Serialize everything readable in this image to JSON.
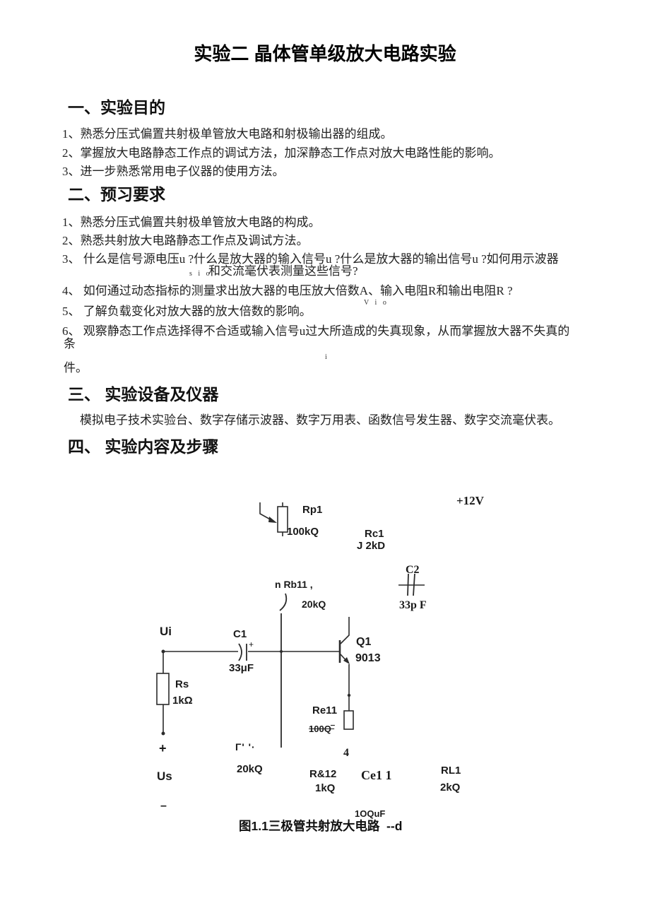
{
  "title": "实验二 晶体管单级放大电路实验",
  "sections": {
    "s1": {
      "heading": "一、实验目的",
      "item1": "1、熟悉分压式偏置共射极单管放大电路和射极输出器的组成。",
      "item2": "2、掌握放大电路静态工作点的调试方法，加深静态工作点对放大电路性能的影响。",
      "item3": "3、进一步熟悉常用电子仪器的使用方法。"
    },
    "s2": {
      "heading": "二、预习要求",
      "item1": "1、熟悉分压式偏置共射极单管放大电路的构成。",
      "item2": "2、熟悉共射放大电路静态工作点及调试方法。",
      "item3_line1": "3、 什么是信号源电压u ?什么是放大器的输入信号u ?什么是放大器的输出信号u ?如何用示波器",
      "item3_sub": "s i o",
      "item3_line2": "和交流毫伏表测量这些信号?",
      "item4": "4、 如何通过动态指标的测量求出放大器的电压放大倍数A、输入电阻R和输出电阻R ?",
      "item4_sub": "V i o",
      "item5": "5、 了解负载变化对放大器的放大倍数的影响。",
      "item6_line1": "6、 观察静态工作点选择得不合适或输入信号u过大所造成的失真现象，从而掌握放大器不失真的",
      "item6_line2": "条",
      "item6_sub": "i",
      "item6_line3": "件。"
    },
    "s3": {
      "heading": "三、 实验设备及仪器",
      "body": "模拟电子技术实验台、数字存储示波器、数字万用表、函数信号发生器、数字交流毫伏表。"
    },
    "s4": {
      "heading": "四、 实验内容及步骤"
    }
  },
  "circuit": {
    "vcc": "+12V",
    "rp1_name": "Rp1",
    "rp1_value": "100kQ",
    "rc1_name": "Rc1",
    "rc1_value": "J 2kD",
    "c2_name": "C2",
    "c2_value": "33p F",
    "rb11_name": "n Rb11 ,",
    "rb11_value": "20kQ",
    "ui": "Ui",
    "c1_name": "C1",
    "c1_plus": "+",
    "c1_value": "33μF",
    "q1_name": "Q1",
    "q1_value": "9013",
    "rs_name": "Rs",
    "rs_value": "1kΩ",
    "re11_name": "Re11",
    "re11_value": "100Q‾",
    "src_plus": "+",
    "us": "Us",
    "src_minus": "–",
    "rb12_garbled": "Γ' '·",
    "rb12_value": "20kQ",
    "node4": "4",
    "rb12b_name": "R&12",
    "rb12b_value": "1kQ",
    "ce1_name": "Ce1 1",
    "ce1_value": "1OQuF",
    "rl1_name": "RL1",
    "rl1_value": "2kQ",
    "caption": "图1.1三极管共射放大电路  --d"
  }
}
